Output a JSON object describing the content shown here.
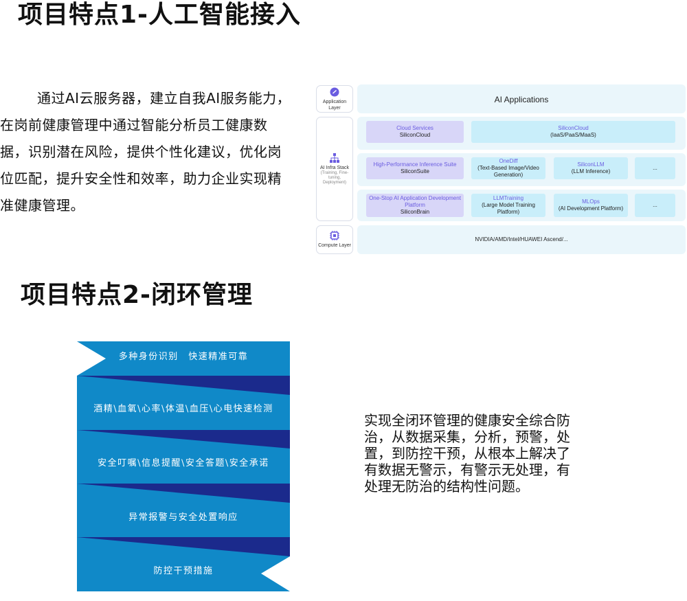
{
  "section1": {
    "title": "项目特点1-人工智能接入",
    "paragraph": "通过AI云服务器，建立自我AI服务能力，在岗前健康管理中通过智能分析员工健康数据，识别潜在风险，提供个性化建议，优化岗位匹配，提升安全性和效率，助力企业实现精准健康管理。"
  },
  "diagram": {
    "layers": {
      "application": "Application Layer",
      "infra": "AI Infra Stack",
      "infra_sub": "(Training, Fine-tuning, Deployment)",
      "compute": "Compute Layer"
    },
    "ai_applications": "AI Applications",
    "compute_text": "NVIDIA/AMD/Intel/HUAWEI Ascend/...",
    "row1": [
      {
        "title": "Cloud Services",
        "subtitle": "SiliconCloud"
      },
      {
        "title": "SiliconCloud",
        "subtitle": "(IaaS/PaaS/MaaS)"
      }
    ],
    "row2": [
      {
        "title": "High-Performance Inference Suite",
        "subtitle": "SiliconSuite"
      },
      {
        "title": "OneDiff",
        "subtitle": "(Text-Based Image/Video Generation)"
      },
      {
        "title": "SiliconLLM",
        "subtitle": "(LLM Inference)"
      },
      {
        "title": "...",
        "subtitle": ""
      }
    ],
    "row3": [
      {
        "title": "One-Stop AI Application Development Platform",
        "subtitle": "SiliconBrain"
      },
      {
        "title": "LLMTraining",
        "subtitle": "(Large Model Training Platform)"
      },
      {
        "title": "MLOps",
        "subtitle": "(AI Development Platform)"
      },
      {
        "title": "...",
        "subtitle": ""
      }
    ],
    "colors": {
      "purple": "#d8d6f8",
      "blue": "#c9eefa",
      "panel": "#eaf6fb",
      "accent": "#6a5ce0"
    }
  },
  "section2": {
    "title": "项目特点2-闭环管理",
    "steps": [
      "多种身份识别　快速精准可靠",
      "酒精\\血氧\\心率\\体温\\血压\\心电快速检测",
      "安全叮嘱\\信息提醒\\安全答题\\安全承诺",
      "异常报警与安全处置响应",
      "防控干预措施"
    ],
    "paragraph": "实现全闭环管理的健康安全综合防治，从数据采集，分析，预警，处置，到防控干预，从根本上解决了有数据无警示，有警示无处理，有处理无防治的结构性问题。",
    "colors": {
      "band": "#1089c8",
      "fold": "#1b2a8c"
    }
  }
}
